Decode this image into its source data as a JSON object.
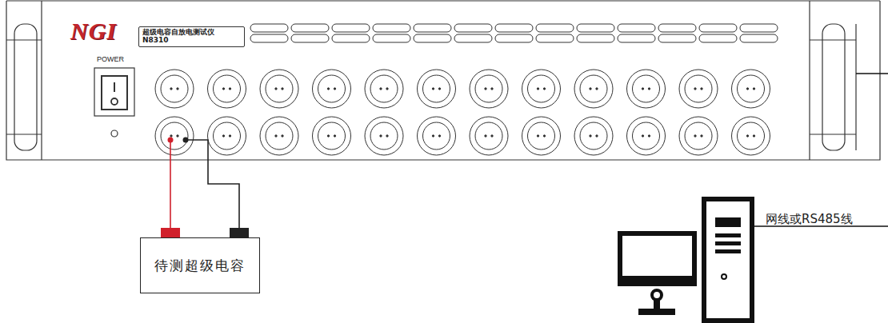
{
  "diagram": {
    "nodes": [
      {
        "text": [
          "超级电容自放电测试仪",
          "N8310"
        ]
      },
      {
        "text": [
          "待测超级电容"
        ]
      }
    ],
    "labels": [
      "NGI",
      "POWER",
      "网线或RS485线"
    ]
  }
}
